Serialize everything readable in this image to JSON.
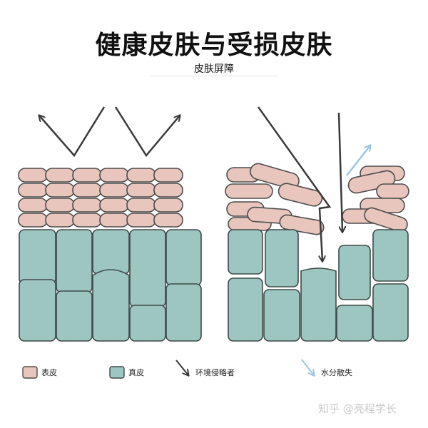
{
  "title": "健康皮肤与受损皮肤",
  "subtitle": "皮肤屏障",
  "colors": {
    "epidermis_fill": "#e8c6bd",
    "epidermis_stroke": "#4d4d4d",
    "dermis_fill": "#9dc6c1",
    "dermis_stroke": "#3f4a49",
    "arrow_dark": "#3a3a3a",
    "arrow_light": "#9dc4e4"
  },
  "legend": {
    "epidermis": "表皮",
    "dermis": "真皮",
    "invasion": "环境侵略者",
    "water_loss": "水分散失"
  },
  "watermark": "知乎 @亮程学长"
}
